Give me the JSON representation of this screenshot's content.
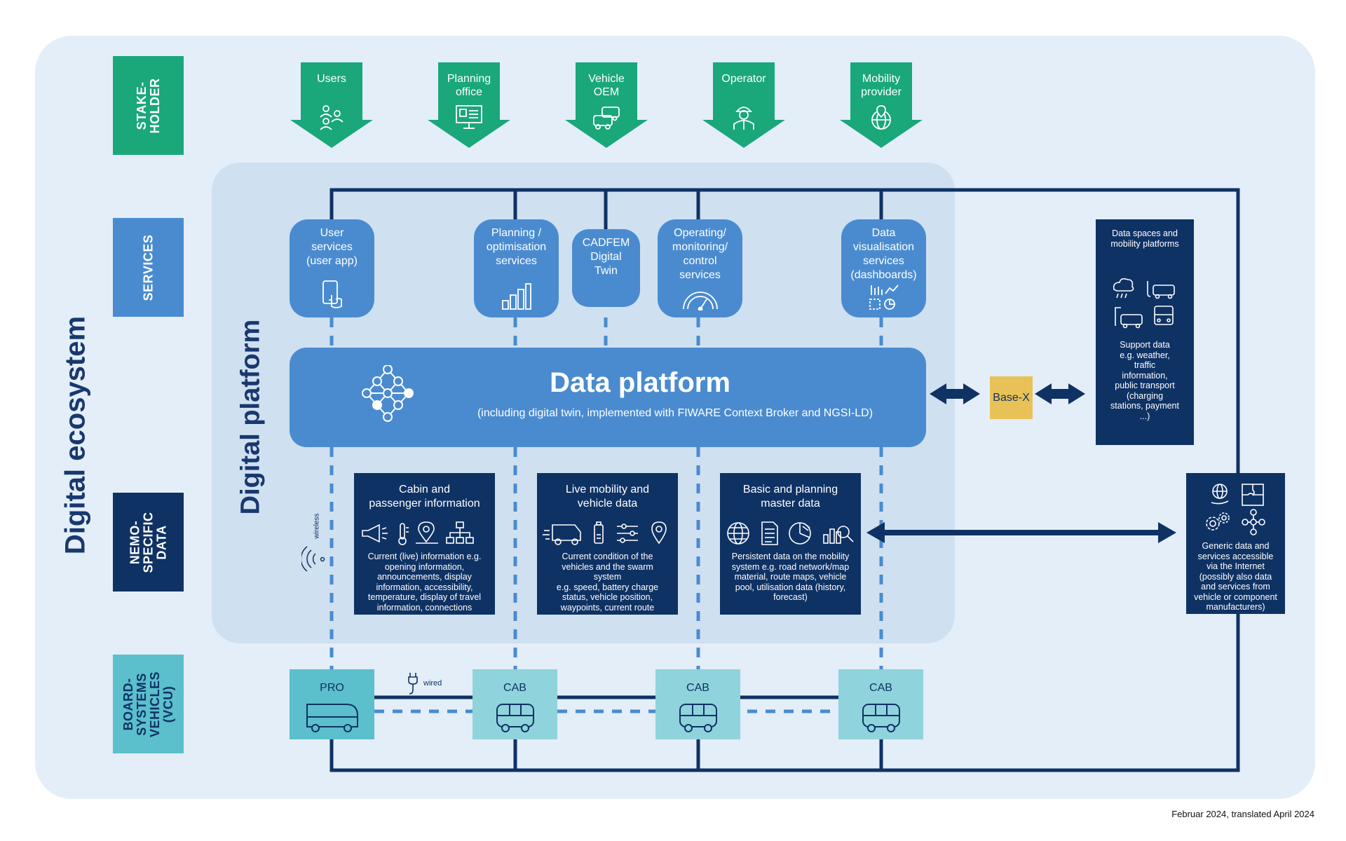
{
  "title": "Digital ecosystem",
  "platform_label": "Digital platform",
  "row_labels": {
    "stakeholder": "STAKE-\nHOLDER",
    "services": "SERVICES",
    "nemo": "NEMO-\nSPECIFIC\nDATA",
    "board": "BOARD-\nSYSTEMS\nVEHICLES\n(VCU)"
  },
  "stakeholders": [
    {
      "label": "Users",
      "icon": "users-icon"
    },
    {
      "label": "Planning\noffice",
      "icon": "monitor-icon"
    },
    {
      "label": "Vehicle\nOEM",
      "icon": "cars-icon"
    },
    {
      "label": "Operator",
      "icon": "worker-icon"
    },
    {
      "label": "Mobility\nprovider",
      "icon": "globe-pin-icon"
    }
  ],
  "services": [
    {
      "label": "User\nservices\n(user app)",
      "icon": "phone-tap-icon"
    },
    {
      "label": "Planning /\noptimisation\nservices",
      "icon": "bar-chart-icon"
    },
    {
      "label": "CADFEM\nDigital\nTwin",
      "icon": ""
    },
    {
      "label": "Operating/\nmonitoring/\ncontrol\nservices",
      "icon": "gauge-icon"
    },
    {
      "label": "Data\nvisualisation\nservices\n(dashboards)",
      "icon": "dashboard-icon"
    }
  ],
  "data_platform": {
    "title": "Data platform",
    "subtitle": "(including digital twin, implemented with FIWARE Context Broker and NGSI-LD)",
    "icon": "network-nodes-icon"
  },
  "base_x": "Base-X",
  "data_spaces": {
    "title": "Data spaces and\nmobility platforms",
    "description": "Support data\ne.g. weather,\ntraffic\ninformation,\npublic transport\n(charging\nstations, payment\n...)"
  },
  "generic_data": {
    "description": "Generic data and\nservices accessible\nvia the Internet\n(possibly also data\nand services from\nvehicle or component\nmanufacturers)"
  },
  "nemo_boxes": [
    {
      "title": "Cabin and\npassenger information",
      "description": "Current (live) information e.g.\nopening information,\nannouncements, display\ninformation, accessibility,\ntemperature, display of travel\ninformation, connections"
    },
    {
      "title": "Live mobility and\nvehicle data",
      "description": "Current condition of the\nvehicles and the swarm\nsystem\ne.g. speed, battery charge\nstatus, vehicle position,\nwaypoints, current route"
    },
    {
      "title": "Basic and planning\nmaster data",
      "description": "Persistent data on the mobility\nsystem e.g. road network/map\nmaterial, route maps, vehicle\npool, utilisation data (history,\nforecast)"
    }
  ],
  "connection_labels": {
    "wireless": "wireless",
    "wired": "wired"
  },
  "vehicles": [
    {
      "label": "PRO",
      "color": "#5bbfcc"
    },
    {
      "label": "CAB",
      "color": "#8fd3dc"
    },
    {
      "label": "CAB",
      "color": "#8fd3dc"
    },
    {
      "label": "CAB",
      "color": "#8fd3dc"
    }
  ],
  "footer": "Februar 2024, translated April 2024",
  "colors": {
    "stakeholder_green": "#1aa77a",
    "service_blue": "#4a8bd0",
    "navy": "#0f3264",
    "base_x_yellow": "#e8c256",
    "ecosystem_bg": "#e3eef8",
    "platform_bg": "#cfe0f0"
  }
}
